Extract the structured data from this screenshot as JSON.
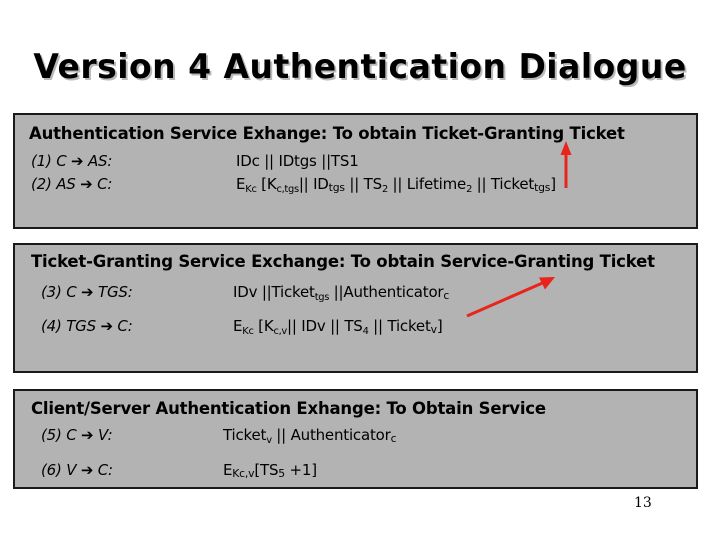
{
  "slide": {
    "title": "Version 4 Authentication Dialogue",
    "page_number": "13",
    "colors": {
      "box_fill": "#b3b3b3",
      "box_border": "#1a1a1a",
      "arrow_red": "#e8241c",
      "background": "#ffffff",
      "text": "#000000"
    }
  },
  "sections": [
    {
      "heading": "Authentication Service Exhange: To obtain Ticket-Granting Ticket",
      "rows": [
        {
          "label": "(1)    C ➔  AS:",
          "body": "IDc || IDtgs ||TS1"
        },
        {
          "label": "(2)    AS ➔ C:",
          "body": "EKc [Kc,tgs|| IDtgs || TS2 || Lifetime2 || Tickettgs]"
        }
      ]
    },
    {
      "heading": "Ticket-Granting Service Exchange: To obtain Service-Granting Ticket",
      "rows": [
        {
          "label": "(3) C ➔ TGS:",
          "body": "IDv ||Tickettgs ||Authenticatorc"
        },
        {
          "label": "(4)   TGS ➔ C:",
          "body": "EKc [Kc,v|| IDv || TS4 || Ticketv]"
        }
      ]
    },
    {
      "heading": "Client/Server Authentication Exhange: To Obtain Service",
      "rows": [
        {
          "label": "(5) C ➔ V:",
          "body": "Ticketv || Authenticatorc"
        },
        {
          "label": "(6) V ➔ C:",
          "body": "EKc,v[TS5 +1]"
        }
      ]
    }
  ],
  "annotations": [
    {
      "name": "red-up-arrow",
      "direction": "up"
    },
    {
      "name": "red-diagonal-arrow",
      "direction": "up-right"
    }
  ]
}
